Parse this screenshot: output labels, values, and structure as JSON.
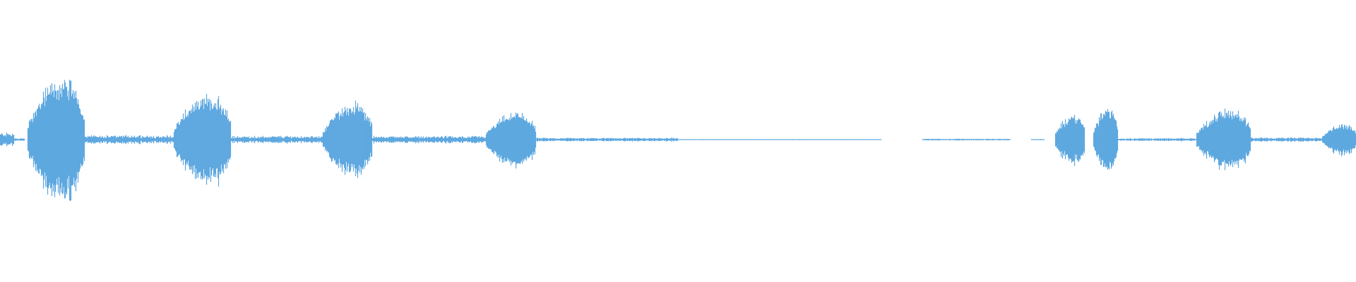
{
  "waveform": {
    "color": "#5fa8e0",
    "background": "#ffffff",
    "duration_fraction_start": 0.0,
    "segments": [
      {
        "start": 0.0,
        "end": 0.01,
        "amp": 0.1
      },
      {
        "start": 0.01,
        "end": 0.018,
        "amp": 0.02
      },
      {
        "start": 0.02,
        "end": 0.062,
        "amp": 0.95
      },
      {
        "start": 0.062,
        "end": 0.128,
        "amp": 0.06
      },
      {
        "start": 0.128,
        "end": 0.17,
        "amp": 0.7
      },
      {
        "start": 0.17,
        "end": 0.238,
        "amp": 0.05
      },
      {
        "start": 0.238,
        "end": 0.274,
        "amp": 0.58
      },
      {
        "start": 0.274,
        "end": 0.358,
        "amp": 0.05
      },
      {
        "start": 0.358,
        "end": 0.395,
        "amp": 0.43
      },
      {
        "start": 0.395,
        "end": 0.5,
        "amp": 0.025
      },
      {
        "start": 0.5,
        "end": 0.65,
        "amp": 0.006
      },
      {
        "start": 0.68,
        "end": 0.745,
        "amp": 0.012
      },
      {
        "start": 0.76,
        "end": 0.77,
        "amp": 0.008
      },
      {
        "start": 0.778,
        "end": 0.8,
        "amp": 0.4
      },
      {
        "start": 0.806,
        "end": 0.824,
        "amp": 0.52
      },
      {
        "start": 0.824,
        "end": 0.882,
        "amp": 0.02
      },
      {
        "start": 0.882,
        "end": 0.922,
        "amp": 0.47
      },
      {
        "start": 0.922,
        "end": 0.975,
        "amp": 0.03
      },
      {
        "start": 0.975,
        "end": 1.0,
        "amp": 0.25
      }
    ]
  }
}
